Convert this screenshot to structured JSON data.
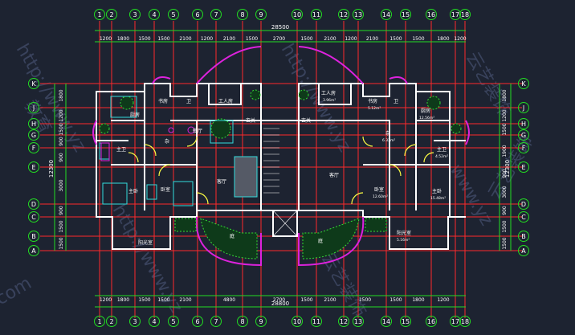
{
  "colors": {
    "background": "#1d2331",
    "axis_line": "#ff2a2a",
    "dimension": "#22dd22",
    "wall": "#ffffff",
    "wall_accent": "#ffff44",
    "magenta": "#dd22dd",
    "cyan": "#33dddd",
    "label": "#ffffff",
    "watermark": "#6f7fb0"
  },
  "axes_top": [
    "1",
    "2",
    "3",
    "4",
    "5",
    "6",
    "7",
    "8",
    "9",
    "10",
    "11",
    "12",
    "13",
    "14",
    "15",
    "16",
    "17",
    "18"
  ],
  "axes_bottom": [
    "1",
    "2",
    "3",
    "4",
    "5",
    "6",
    "7",
    "8",
    "9",
    "10",
    "11",
    "12",
    "13",
    "14",
    "15",
    "16",
    "17",
    "18"
  ],
  "axes_rows": [
    "K",
    "J",
    "H",
    "G",
    "F",
    "E",
    "D",
    "C",
    "B",
    "A"
  ],
  "dims_top": [
    "1200",
    "1800",
    "1500",
    "1500",
    "2100",
    "1200",
    "2100",
    "1500",
    "2700",
    "1500",
    "2100",
    "1200",
    "2100",
    "1500",
    "1500",
    "1800",
    "1200"
  ],
  "dims_top_total": "28500",
  "dims_bottom": [
    "1200",
    "1800",
    "1500",
    "1500",
    "2100",
    "4800",
    "2700",
    "1500",
    "2100",
    "1500",
    "1500",
    "1800",
    "1200"
  ],
  "dims_bottom_total": "28800",
  "dims_left_upper": [
    "1800",
    "1200",
    "1500",
    "900",
    "900"
  ],
  "dims_left_upper_total": "12300",
  "dims_left_lower": [
    "3000",
    "900",
    "1500",
    "1500"
  ],
  "dims_right_upper": [
    "1800",
    "1200",
    "1500"
  ],
  "dims_right_lower": [
    "1900",
    "900",
    "3000",
    "900",
    "1500",
    "1500"
  ],
  "dims_right_total": "12300",
  "room_labels": {
    "kitchen_left": "厨房",
    "kitchen_right": "厨房",
    "dining_left": "餐厅",
    "living_left": "客厅",
    "living_right": "客厅",
    "master_left": "主卧",
    "master_right": "主卧",
    "bedroom_left": "卧室",
    "bedroom_right": "卧室",
    "toilet_left": "主卫",
    "toilet_right": "主卫",
    "study_left": "书房",
    "study_right": "书房",
    "servant_left": "工人房",
    "servant_right": "工人房",
    "balcony_left": "阳光室",
    "balcony_right": "阳光室",
    "yard_left": "庭",
    "yard_right": "庭",
    "vestibule_left": "玄关",
    "vestibule_right": "玄关",
    "wc_left": "卫",
    "wc_right": "卫",
    "utility_left": "杂",
    "utility_right": "杂",
    "area_kitchen_right": "5.12m²",
    "area_servant_right": "3.96m²",
    "area_kitchen_r2": "12.56m²",
    "area_study_right": "6.32m²",
    "area_bedroom_right": "12.60m²",
    "area_master_right": "15.48m²",
    "area_balcony_right": "5.16m²",
    "area_toilet_right": "4.52m²"
  },
  "watermark_texts": [
    "http://www.yz",
    "http://www.yz",
    "http://www.yz",
    "云艺装饰",
    "云艺装饰",
    "云艺装饰",
    "教育",
    "www.yz",
    "com"
  ]
}
